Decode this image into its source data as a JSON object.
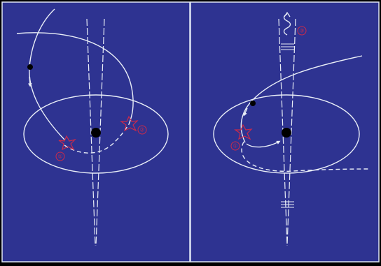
{
  "colors": {
    "background": "#2e3391",
    "frame": "#dfe6f5",
    "line": "#e9eef7",
    "marker": "#cc2a4a",
    "dark": "#000000"
  },
  "panels": [
    {
      "name": "left-panel",
      "markers": [
        {
          "type": "star",
          "label": "①"
        },
        {
          "type": "star",
          "label": "②"
        }
      ]
    },
    {
      "name": "right-panel",
      "markers": [
        {
          "type": "star",
          "label": "①"
        },
        {
          "type": "wave",
          "label": "③"
        }
      ]
    }
  ]
}
